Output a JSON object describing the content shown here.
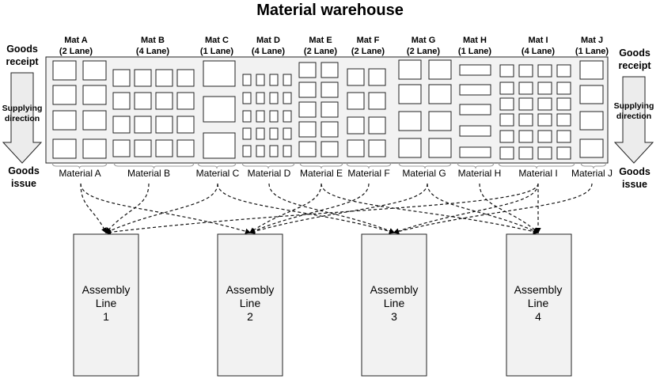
{
  "title": "Material warehouse",
  "left_side": {
    "top": [
      "Goods",
      "receipt"
    ],
    "middle": [
      "Supplying",
      "direction"
    ],
    "bottom": [
      "Goods",
      "issue"
    ]
  },
  "right_side": {
    "top": [
      "Goods",
      "receipt"
    ],
    "middle": [
      "Supplying",
      "direction"
    ],
    "bottom": [
      "Goods",
      "issue"
    ]
  },
  "materials": [
    {
      "id": "a",
      "head": "Mat A",
      "lanes": "(2 Lane)",
      "label": "Material A"
    },
    {
      "id": "b",
      "head": "Mat B",
      "lanes": "(4 Lane)",
      "label": "Material B"
    },
    {
      "id": "c",
      "head": "Mat C",
      "lanes": "(1 Lane)",
      "label": "Material C"
    },
    {
      "id": "d",
      "head": "Mat D",
      "lanes": "(4 Lane)",
      "label": "Material D"
    },
    {
      "id": "e",
      "head": "Mat E",
      "lanes": "(2 Lane)",
      "label": "Material E"
    },
    {
      "id": "f",
      "head": "Mat F",
      "lanes": "(2 Lane)",
      "label": "Material F"
    },
    {
      "id": "g",
      "head": "Mat G",
      "lanes": "(2 Lane)",
      "label": "Material G"
    },
    {
      "id": "h",
      "head": "Mat H",
      "lanes": "(1 Lane)",
      "label": "Material H"
    },
    {
      "id": "i",
      "head": "Mat I",
      "lanes": "(4 Lane)",
      "label": "Material I"
    },
    {
      "id": "j",
      "head": "Mat J",
      "lanes": "(1 Lane)",
      "label": "Material J"
    }
  ],
  "assembly_lines": [
    {
      "id": "1",
      "text": [
        "Assembly",
        "Line",
        "1"
      ]
    },
    {
      "id": "2",
      "text": [
        "Assembly",
        "Line",
        "2"
      ]
    },
    {
      "id": "3",
      "text": [
        "Assembly",
        "Line",
        "3"
      ]
    },
    {
      "id": "4",
      "text": [
        "Assembly",
        "Line",
        "4"
      ]
    }
  ],
  "colors": {
    "warehouse_fill": "#f2f2f2",
    "line_fill": "#f2f2f2",
    "arrow_fill": "#ececec",
    "stroke": "#222222"
  }
}
